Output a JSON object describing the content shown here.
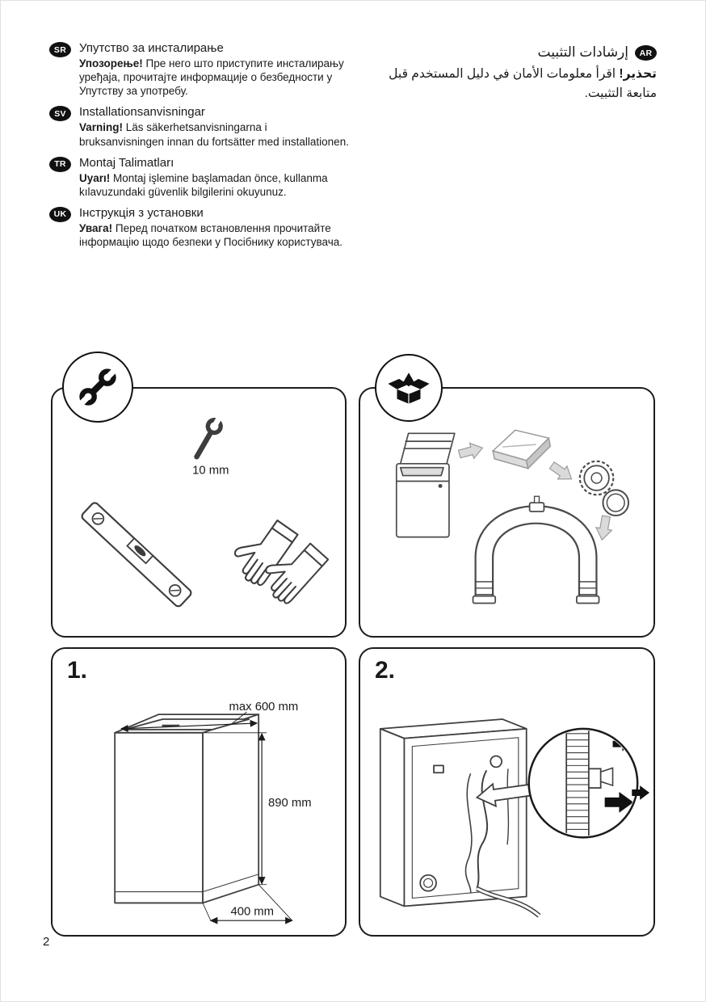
{
  "page_number": "2",
  "languages": [
    {
      "code": "SR",
      "title": "Упутство за инсталирање",
      "warning_lead": "Упозорење!",
      "warning_rest": "Пре него што приступите инсталирању уређаја, прочитајте информације о безбедности у Упутству за употребу."
    },
    {
      "code": "SV",
      "title": "Installationsanvisningar",
      "warning_lead": "Varning!",
      "warning_rest": "Läs säkerhetsanvisningarna i bruksanvisningen innan du fortsätter med installationen."
    },
    {
      "code": "TR",
      "title": "Montaj Talimatları",
      "warning_lead": "Uyarı!",
      "warning_rest": "Montaj işlemine başlamadan önce, kullanma kılavuzundaki güvenlik bilgilerini okuyunuz."
    },
    {
      "code": "UK",
      "title": "Інструкція з установки",
      "warning_lead": "Увага!",
      "warning_rest": "Перед початком встановлення прочитайте інформацію щодо безпеки у Посібнику користувача."
    }
  ],
  "arabic": {
    "code": "AR",
    "title": "إرشادات التثبيت",
    "warning_lead": "تحذير!",
    "warning_rest": "اقرأ معلومات الأمان في دليل المستخدم قبل متابعة التثبيت."
  },
  "tools_panel": {
    "wrench_size_label": "10 mm"
  },
  "steps": {
    "step1": {
      "label": "1.",
      "dim_width": "max 600 mm",
      "dim_height": "890 mm",
      "dim_depth": "400 mm"
    },
    "step2": {
      "label": "2."
    }
  }
}
